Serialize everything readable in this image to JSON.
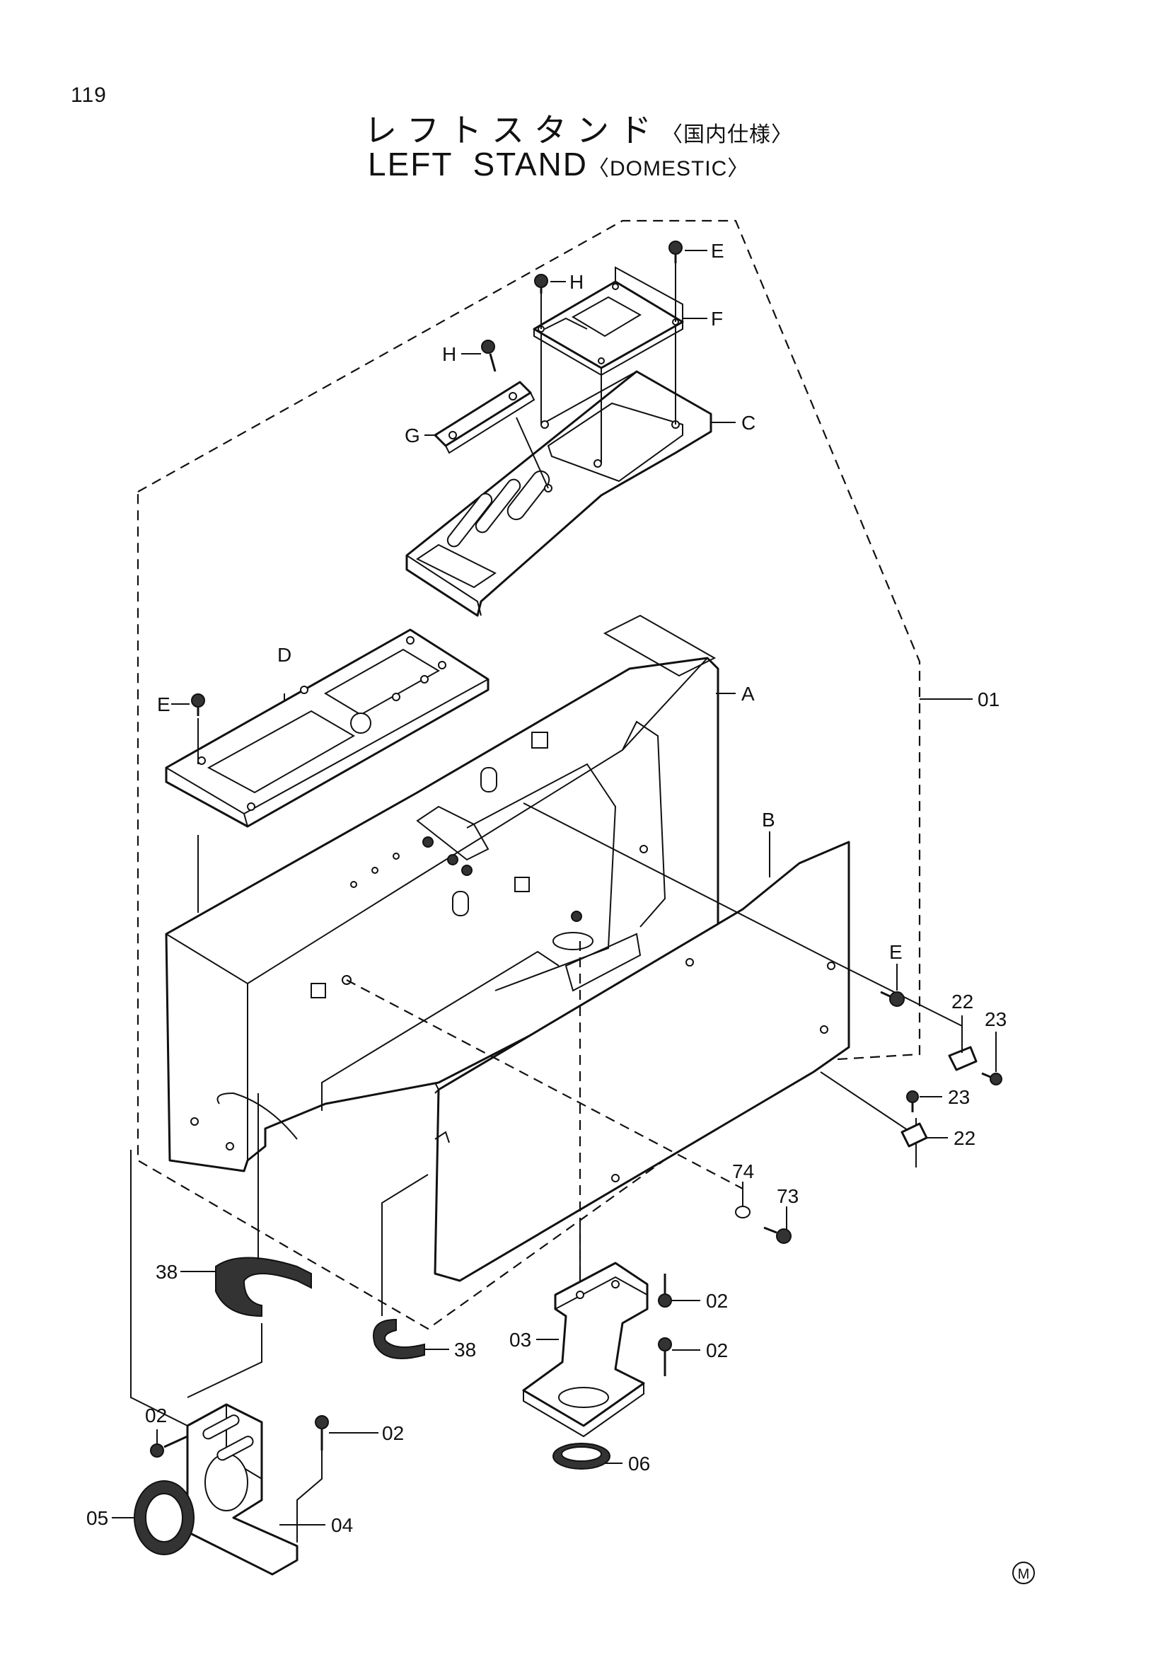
{
  "page_number": "119",
  "title": {
    "jp_main": "レフトスタンド",
    "jp_sub": "〈国内仕様〉",
    "en_main_1": "LEFT",
    "en_main_2": "STAND",
    "en_sub": "〈DOMESTIC〉"
  },
  "callouts": {
    "A": "A",
    "B": "B",
    "C": "C",
    "D": "D",
    "E": "E",
    "F": "F",
    "G": "G",
    "H": "H",
    "p01": "01",
    "p02": "02",
    "p03": "03",
    "p04": "04",
    "p05": "05",
    "p06": "06",
    "p22": "22",
    "p23": "23",
    "p38": "38",
    "p73": "73",
    "p74": "74"
  },
  "mark": "M"
}
